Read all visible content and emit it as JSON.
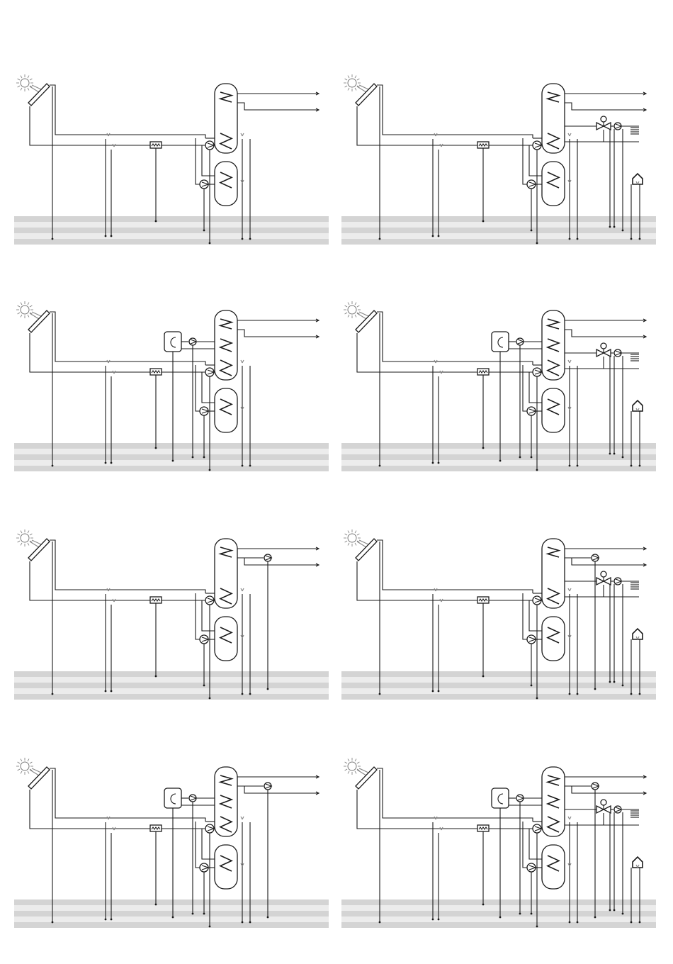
{
  "sheet": {
    "rows": 4,
    "cols": 2,
    "band_colors": [
      "#d4d4d4",
      "#ececec",
      "#d4d4d4",
      "#ececec",
      "#d4d4d4"
    ],
    "sensor_color": "#8a8a8a",
    "line_color": "#1a1a1a"
  },
  "icons": {
    "sun": "sun-icon",
    "collector": "solar-collector-icon",
    "pump": "pump-icon",
    "valve": "three-way-valve-icon",
    "boiler": "boiler-icon",
    "radiator": "radiator-icon",
    "house": "house-outdoor-sensor-icon",
    "flow_meter": "flow-meter-icon"
  },
  "variants": [
    {
      "name": "basic",
      "boiler": false,
      "dhw_pump": false,
      "heating": false
    },
    {
      "name": "heating",
      "boiler": false,
      "dhw_pump": false,
      "heating": true
    },
    {
      "name": "boiler",
      "boiler": true,
      "dhw_pump": false,
      "heating": false
    },
    {
      "name": "boiler-heating",
      "boiler": true,
      "dhw_pump": false,
      "heating": true
    },
    {
      "name": "circulation",
      "boiler": false,
      "dhw_pump": true,
      "heating": false
    },
    {
      "name": "circulation-heating",
      "boiler": false,
      "dhw_pump": true,
      "heating": true
    },
    {
      "name": "boiler-circulation",
      "boiler": true,
      "dhw_pump": true,
      "heating": false
    },
    {
      "name": "boiler-circulation-heating",
      "boiler": true,
      "dhw_pump": true,
      "heating": true
    }
  ]
}
